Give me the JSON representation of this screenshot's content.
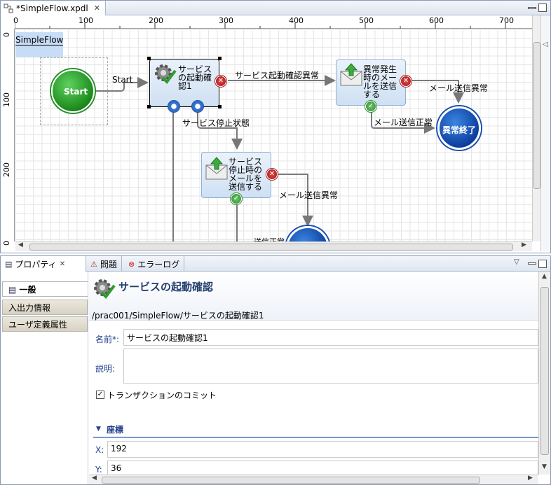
{
  "editor": {
    "tab_title": "*SimpleFlow.xpdl",
    "ruler_top": [
      "0",
      "100",
      "200",
      "300",
      "400",
      "500",
      "600",
      "700"
    ],
    "ruler_left": [
      "0",
      "100",
      "200",
      "0"
    ],
    "pool_label": "SimpleFlow",
    "start_label": "Start",
    "edge_start": "Start",
    "task1": "サービスの起動確認1",
    "edge_error1": "サービス起動確認異常",
    "mail1": "異常発生時のメールを送信する",
    "edge_mail_err1": "メール送信異常",
    "edge_mail_ok1": "メール送信正常",
    "end1": "異常終了",
    "edge_stop": "サービス停止状態",
    "mail2": "サービス停止時のメールを送信する",
    "edge_mail_err2": "メール送信異常",
    "edge_cut": "送信正常"
  },
  "views": {
    "properties_tab": "プロパティ",
    "problems_tab": "問題",
    "errorlog_tab": "エラーログ",
    "side": [
      "一般",
      "入出力情報",
      "ユーザ定義属性"
    ],
    "header_title": "サービスの起動確認",
    "header_path": "/prac001/SimpleFlow/サービスの起動確認1",
    "name_label": "名前*:",
    "name_value": "サービスの起動確認1",
    "desc_label": "説明:",
    "desc_value": "",
    "commit_label": "トランザクションのコミット",
    "section_title": "座標",
    "x_label": "X:",
    "x_value": "192",
    "y_label": "Y:",
    "y_value": "36"
  }
}
